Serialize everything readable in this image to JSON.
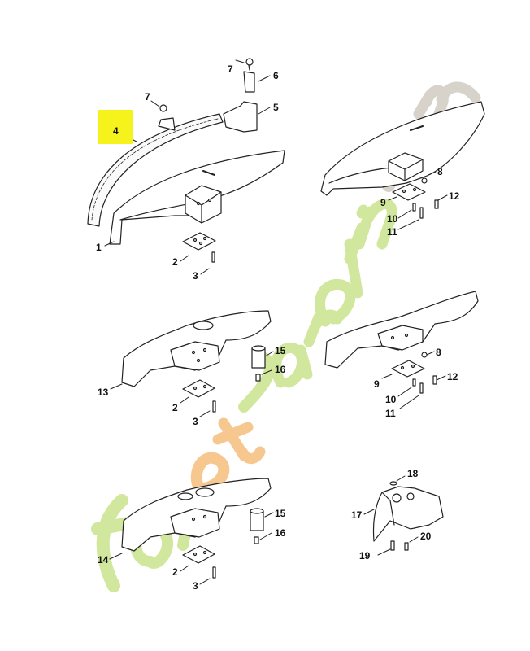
{
  "diagram": {
    "type": "exploded-parts-diagram",
    "subject": "brushcutter / trimmer deflector guard assemblies",
    "highlight": {
      "label": "4",
      "color": "#f6f21c"
    },
    "watermark": {
      "text_left": "foretjardin",
      "text_right": ".com",
      "colors": {
        "green": "#d2e79e",
        "orange": "#f6c890",
        "gray": "#d7d3ca"
      }
    },
    "callouts": [
      {
        "id": "c1",
        "label": "1"
      },
      {
        "id": "c2a",
        "label": "2"
      },
      {
        "id": "c3a",
        "label": "3"
      },
      {
        "id": "c4",
        "label": "4"
      },
      {
        "id": "c5",
        "label": "5"
      },
      {
        "id": "c6",
        "label": "6"
      },
      {
        "id": "c7a",
        "label": "7"
      },
      {
        "id": "c7b",
        "label": "7"
      },
      {
        "id": "c8a",
        "label": "8"
      },
      {
        "id": "c9a",
        "label": "9"
      },
      {
        "id": "c10a",
        "label": "10"
      },
      {
        "id": "c11a",
        "label": "11"
      },
      {
        "id": "c12a",
        "label": "12"
      },
      {
        "id": "c13",
        "label": "13"
      },
      {
        "id": "c15a",
        "label": "15"
      },
      {
        "id": "c16a",
        "label": "16"
      },
      {
        "id": "c2b",
        "label": "2"
      },
      {
        "id": "c3b",
        "label": "3"
      },
      {
        "id": "c8b",
        "label": "8"
      },
      {
        "id": "c9b",
        "label": "9"
      },
      {
        "id": "c10b",
        "label": "10"
      },
      {
        "id": "c11b",
        "label": "11"
      },
      {
        "id": "c12b",
        "label": "12"
      },
      {
        "id": "c14",
        "label": "14"
      },
      {
        "id": "c15b",
        "label": "15"
      },
      {
        "id": "c16b",
        "label": "16"
      },
      {
        "id": "c2c",
        "label": "2"
      },
      {
        "id": "c3c",
        "label": "3"
      },
      {
        "id": "c17",
        "label": "17"
      },
      {
        "id": "c18",
        "label": "18"
      },
      {
        "id": "c19",
        "label": "19"
      },
      {
        "id": "c20",
        "label": "20"
      }
    ]
  }
}
